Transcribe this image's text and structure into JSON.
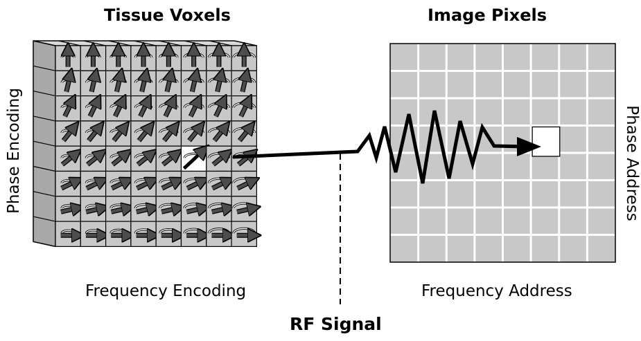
{
  "titles": {
    "left": "Tissue Voxels",
    "right": "Image Pixels",
    "bottom": "RF Signal"
  },
  "axes": {
    "left_vertical": "Phase Encoding",
    "left_horizontal": "Frequency Encoding",
    "right_vertical": "Phase Address",
    "right_horizontal": "Frequency Address"
  },
  "grid": {
    "rows": 8,
    "cols": 8,
    "highlighted_row": 4,
    "highlighted_col": 5
  },
  "colors": {
    "voxel_face": "#c8c8c8",
    "voxel_side": "#a9a9a9",
    "voxel_top": "#d9d9d9",
    "pixel_fill": "#c8c8c8",
    "arrow": "#4d4d4d",
    "signal": "#000000",
    "highlight": "#ffffff"
  },
  "icons": [
    "magnetization-arrow-icon",
    "precession-arc-icon",
    "signal-arrowhead-icon"
  ]
}
